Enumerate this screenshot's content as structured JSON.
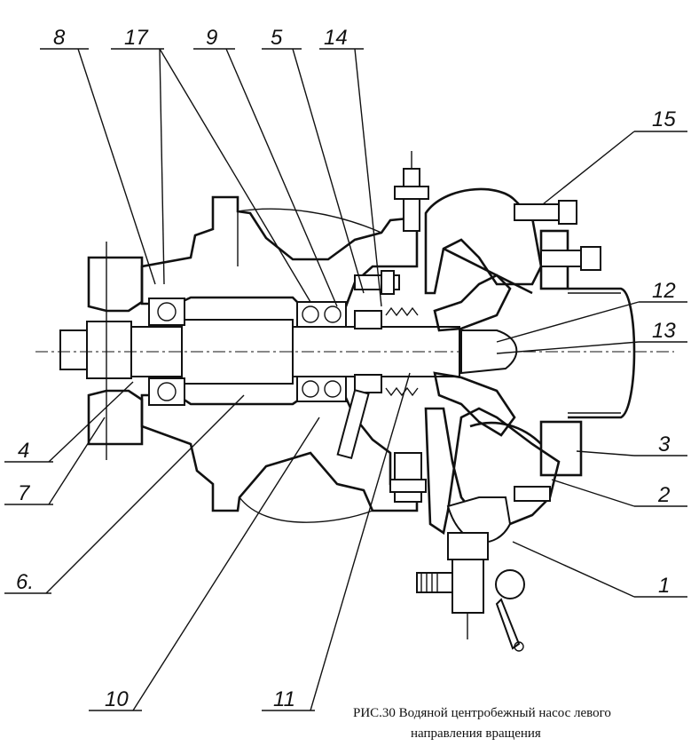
{
  "callouts": [
    {
      "id": "c8",
      "text": "8"
    },
    {
      "id": "c17",
      "text": "17"
    },
    {
      "id": "c9",
      "text": "9"
    },
    {
      "id": "c5",
      "text": "5"
    },
    {
      "id": "c14",
      "text": "14"
    },
    {
      "id": "c15",
      "text": "15"
    },
    {
      "id": "c12",
      "text": "12"
    },
    {
      "id": "c13",
      "text": "13"
    },
    {
      "id": "c3",
      "text": "3"
    },
    {
      "id": "c2",
      "text": "2"
    },
    {
      "id": "c1",
      "text": "1"
    },
    {
      "id": "c4",
      "text": "4"
    },
    {
      "id": "c7",
      "text": "7"
    },
    {
      "id": "c6",
      "text": "6."
    },
    {
      "id": "c10",
      "text": "10"
    },
    {
      "id": "c11",
      "text": "11"
    }
  ],
  "caption": {
    "line1": "РИС.30 Водяной центробежный насос левого",
    "line2": "направления вращения"
  }
}
